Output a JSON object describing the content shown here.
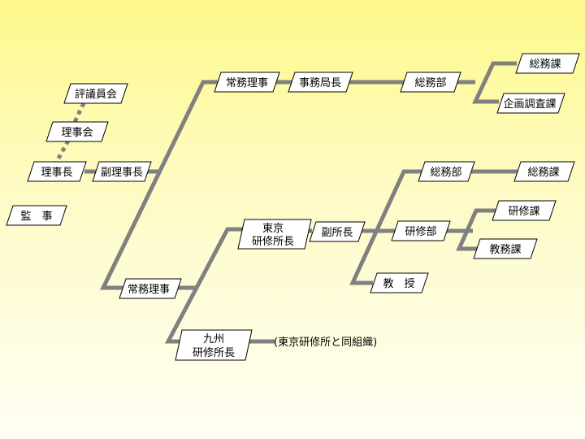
{
  "nodes": {
    "hyogiinkai": "評議員会",
    "rijikai": "理事会",
    "rijicho": "理事長",
    "fukurijicho": "副理事長",
    "kanji": "監　事",
    "jomu_riji_top": "常務理事",
    "jimukyokucho": "事務局長",
    "somubu_top": "総務部",
    "somuka_top": "総務課",
    "kikaku_chosa_ka": "企画調査課",
    "jomu_riji_bottom": "常務理事",
    "tokyo_kenshujocho_line1": "東京",
    "tokyo_kenshujocho_line2": "研修所長",
    "fukushocho": "副所長",
    "somubu_mid": "総務部",
    "somuka_mid": "総務課",
    "kenshubu": "研修部",
    "kenshuka": "研修課",
    "kyomuka": "教務課",
    "kyoju": "教　授",
    "kyushu_kenshujocho_line1": "九州",
    "kyushu_kenshujocho_line2": "研修所長",
    "kyushu_note": "(東京研修所と同組織)"
  }
}
